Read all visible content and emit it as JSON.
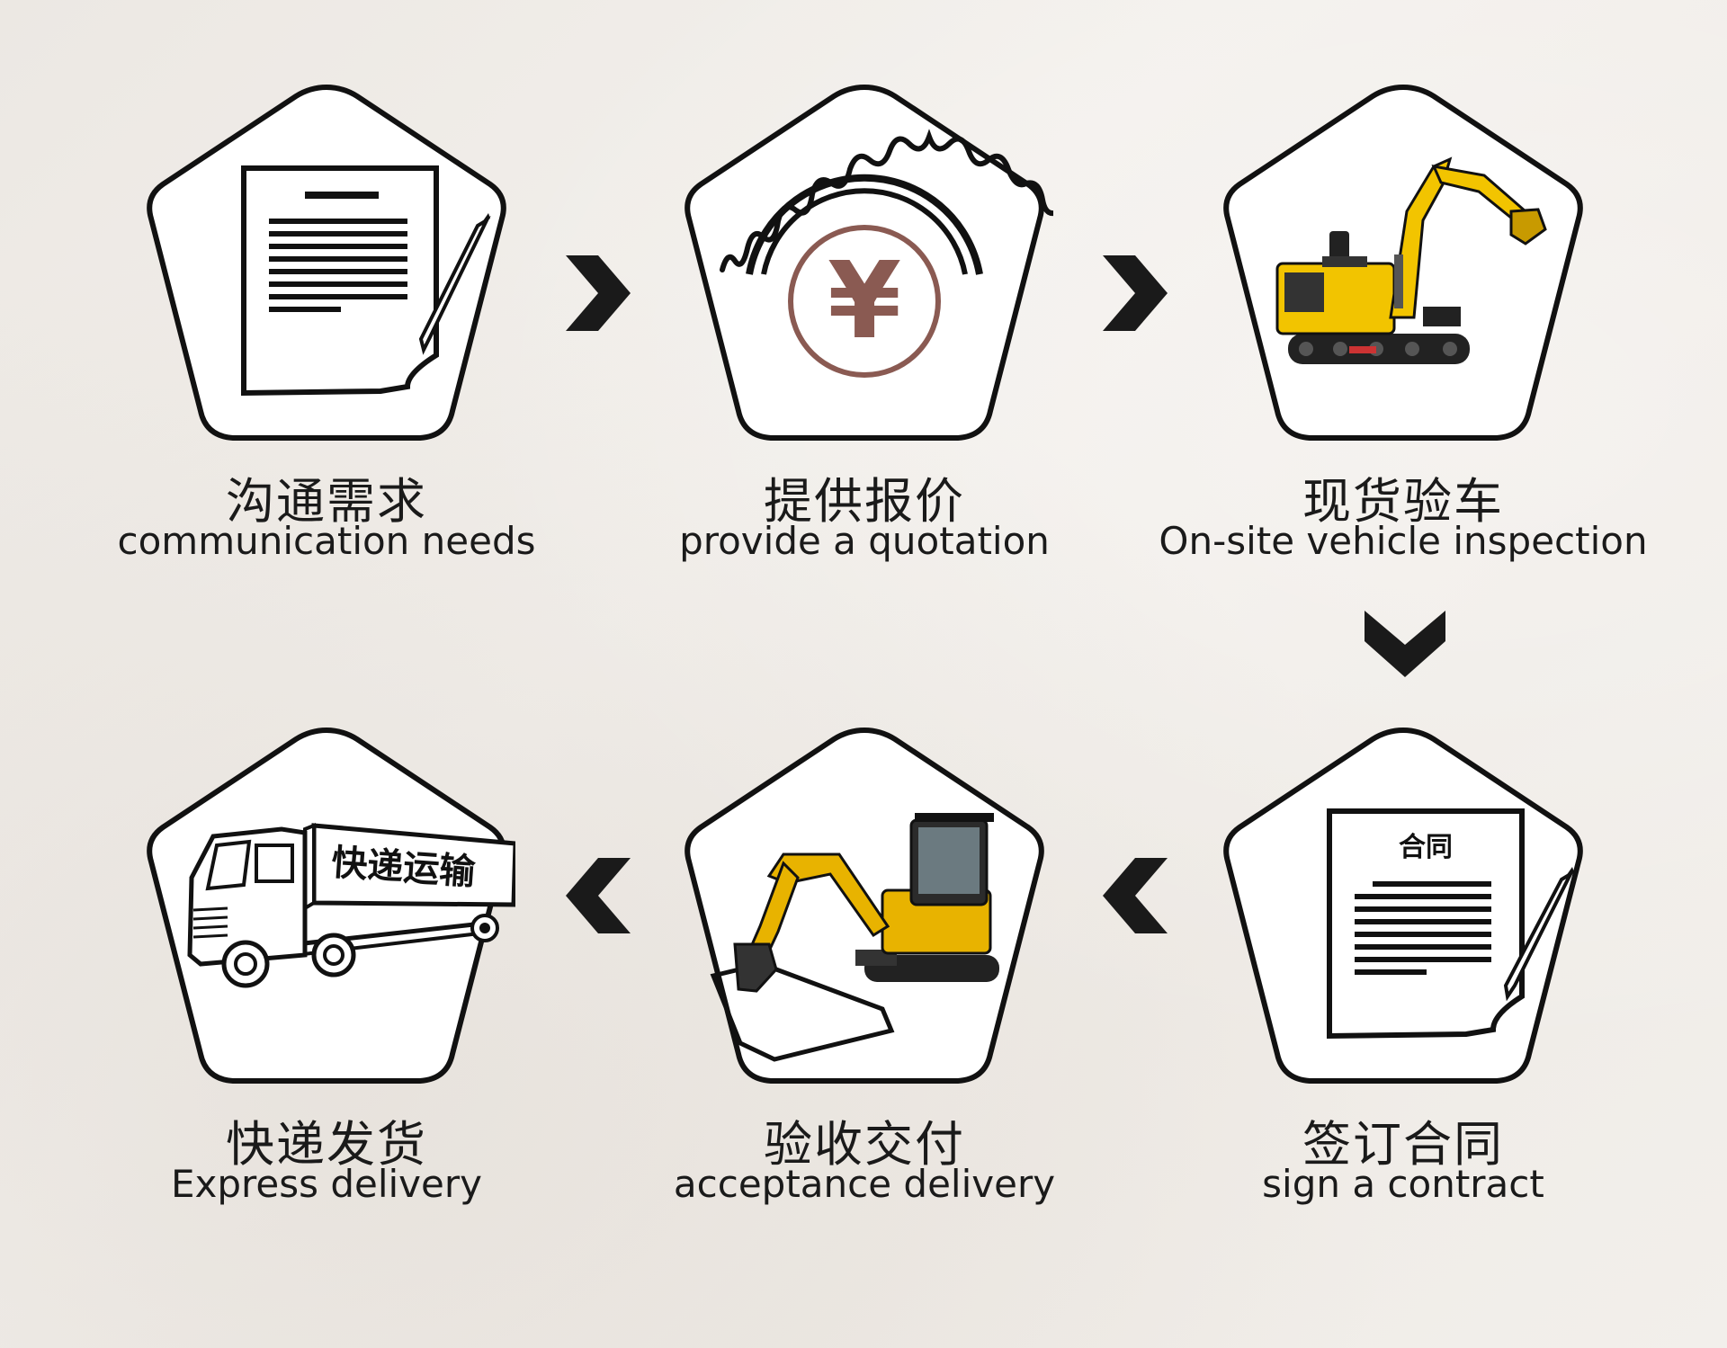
{
  "steps": [
    {
      "cn": "沟通需求",
      "en": "communication needs",
      "icon": "document-pen-icon"
    },
    {
      "cn": "提供报价",
      "en": "provide a quotation",
      "icon": "yuan-quotation-icon"
    },
    {
      "cn": "现货验车",
      "en": "On-site vehicle inspection",
      "icon": "mini-excavator-icon"
    },
    {
      "cn": "签订合同",
      "en": "sign a contract",
      "icon": "contract-document-icon",
      "doc_title": "合同"
    },
    {
      "cn": "验收交付",
      "en": "acceptance delivery",
      "icon": "excavator-icon"
    },
    {
      "cn": "快递发货",
      "en": "Express delivery",
      "icon": "truck-icon",
      "truck_text": "快递运输"
    }
  ],
  "quotation_symbol": "¥",
  "colors": {
    "ink": "#1a1a1a",
    "accent_yuan": "#8a5a52",
    "machine_yellow": "#f2c400"
  }
}
